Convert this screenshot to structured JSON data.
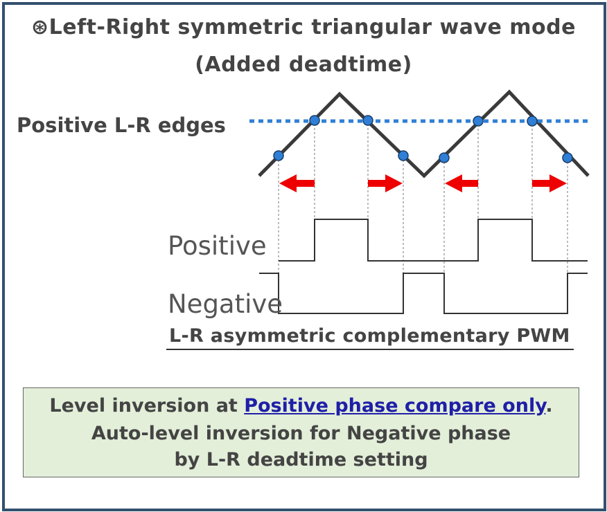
{
  "title": {
    "line1": "⊛Left-Right symmetric triangular wave mode",
    "line2": "(Added deadtime)"
  },
  "labels": {
    "edges": "Positive L-R edges",
    "positive": "Positive",
    "negative": "Negative",
    "pwm": "L-R asymmetric complementary PWM"
  },
  "note": {
    "line1_prefix": "Level inversion at  ",
    "line1_link": "Positive phase compare only",
    "line1_suffix": ".",
    "line2": "Auto-level inversion for Negative phase",
    "line3": "by L-R deadtime setting"
  },
  "colors": {
    "frame": "#33506e",
    "triangle": "#3a3a3a",
    "compare_line": "#2f7fd6",
    "marker": "#2f7fd6",
    "arrow": "#ee0000",
    "note_bg": "#e3efd9",
    "link": "#1f1fa8"
  }
}
